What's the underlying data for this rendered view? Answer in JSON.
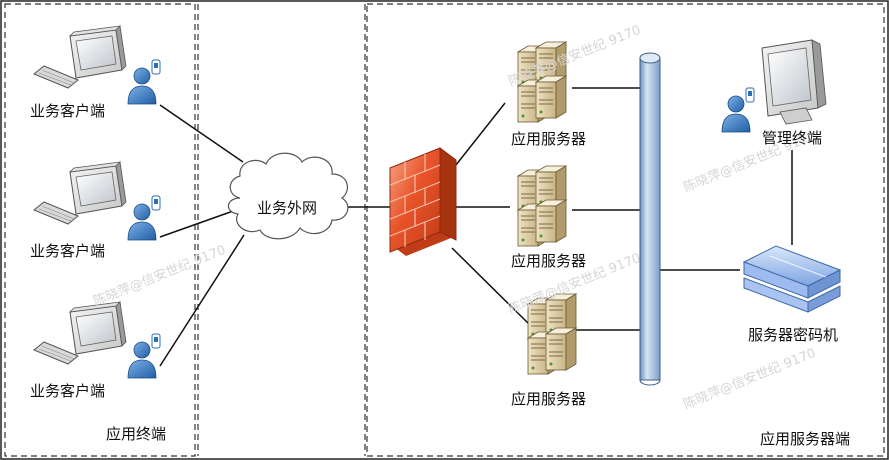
{
  "zones": {
    "left_label": "应用终端",
    "right_label": "应用服务器端"
  },
  "clients": [
    {
      "label": "业务客户端"
    },
    {
      "label": "业务客户端"
    },
    {
      "label": "业务客户端"
    }
  ],
  "cloud": {
    "label": "业务外网"
  },
  "servers": [
    {
      "label": "应用服务器"
    },
    {
      "label": "应用服务器"
    },
    {
      "label": "应用服务器"
    }
  ],
  "admin": {
    "label": "管理终端"
  },
  "hsm": {
    "label": "服务器密码机"
  },
  "watermarks": [
    "陈晓萍@信安世纪 9170",
    "陈晓萍@信安世纪 9170",
    "陈晓萍@信安世纪 9170",
    "陈晓萍@信安世纪 9170",
    "陈晓萍@信安世纪 9170"
  ],
  "colors": {
    "firewall": "#e8542a",
    "bus": "#9bb8d6",
    "hsm": "#8fb2e8",
    "user": "#2c6fb7"
  }
}
